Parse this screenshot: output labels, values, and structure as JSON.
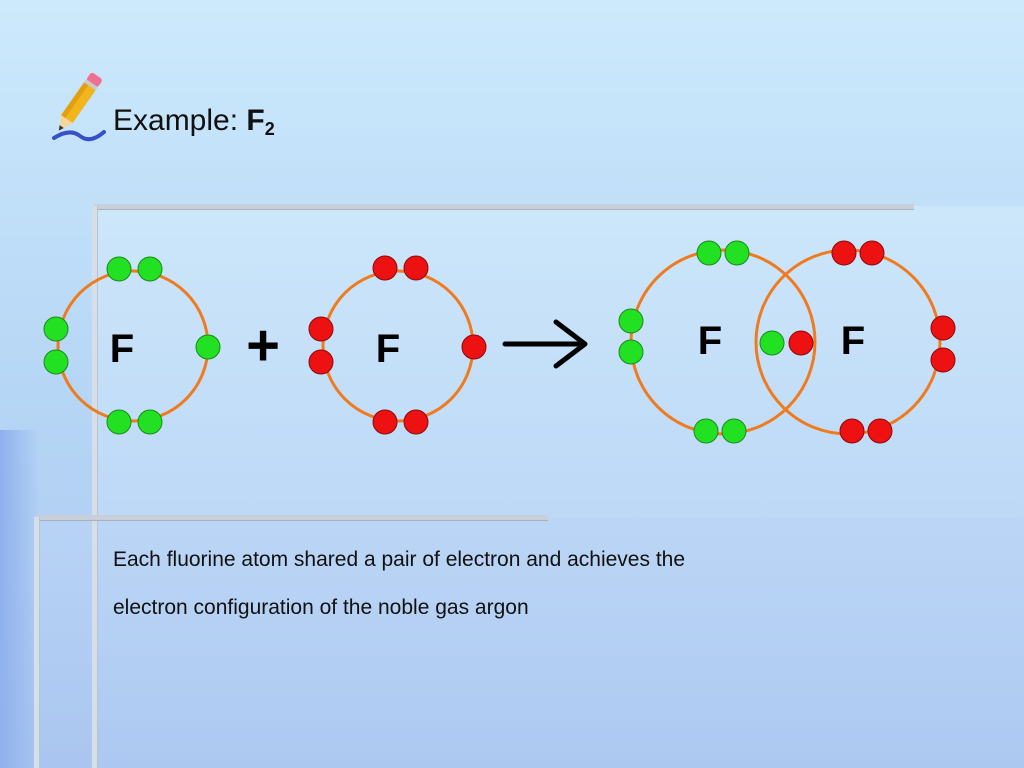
{
  "slide": {
    "title_prefix": "Example: ",
    "title_formula": "F",
    "title_subscript": "2",
    "caption_line1": "Each fluorine atom shared a pair of electron and achieves the",
    "caption_line2": "electron configuration of the noble gas argon"
  },
  "diagram": {
    "atom1_symbol": "F",
    "atom2_symbol": "F",
    "plus_sign": "+",
    "product_atom1_symbol": "F",
    "product_atom2_symbol": "F",
    "shell_color": "#f07a1e",
    "electron_color_atom1": "#22e022",
    "electron_color_atom2": "#ee1111",
    "electrons_per_atom": 7,
    "shared_pair_count": 1
  }
}
